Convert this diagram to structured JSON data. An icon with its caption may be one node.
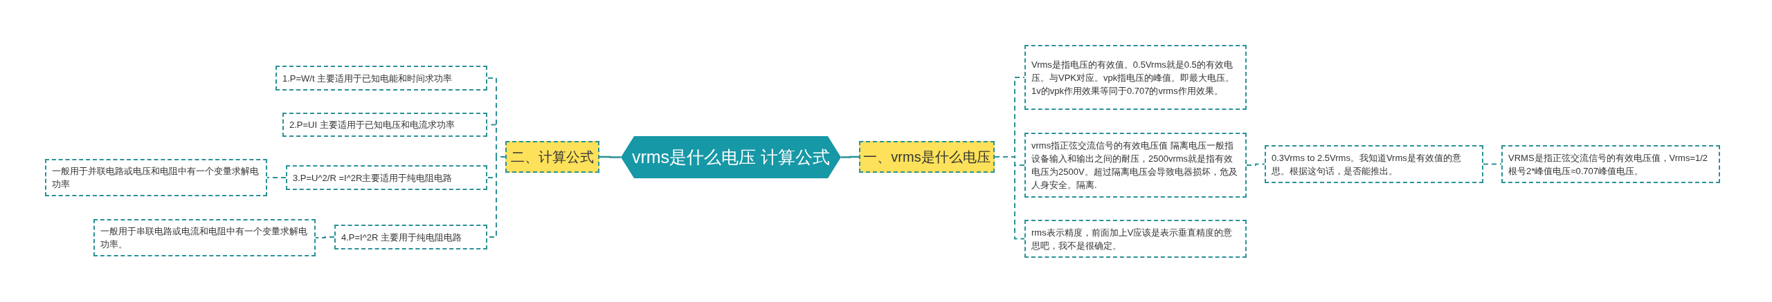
{
  "diagram": {
    "nodes": [
      {
        "text": [
          "vrms是什么电压 计算公式"
        ]
      },
      {
        "text": [
          "二、计算公式"
        ]
      },
      {
        "text": [
          "1.P=W/t 主要适用于已知电能和时间求功率"
        ]
      },
      {
        "text": [
          "2.P=UI 主要适用于已知电压和电流求功率"
        ]
      },
      {
        "text": [
          "3.P=U^2/R =I^2R主要适用于纯电阻电路"
        ]
      },
      {
        "text": [
          "4.P=I^2R 主要用于纯电阻电路"
        ]
      },
      {
        "text": [
          "一般用于并联电路或电压和电阻中有一个变量求解电功率"
        ]
      },
      {
        "text": [
          "一般用于串联电路或电流和电阻中有一个变量求解电功率。"
        ]
      },
      {
        "text": [
          "一、vrms是什么电压"
        ]
      },
      {
        "text": [
          "Vrms是指电压的有效值。0.5Vrms就是0.5的有效电压。与VPK对应。vpk指电压的峰值。即最大电压。1v的vpk作用效果等同于0.707的vrms作用效果。"
        ]
      },
      {
        "text": [
          "vrms指正弦交流信号的有效电压值 隔离电压一般指设备输入和输出之间的耐压，2500vrms就是指有效电压为2500V。超过隔离电压会导致电器损坏，危及人身安全。隔离."
        ]
      },
      {
        "text": [
          "rms表示精度，前面加上V应该是表示垂直精度的意思吧，我不是很确定。"
        ]
      },
      {
        "text": [
          "0.3Vrms to 2.5Vrms。我知道Vrms是有效值的意思。根据这句话，是否能推出。"
        ]
      },
      {
        "text": [
          "VRMS是指正弦交流信号的有效电压值，Vrms=1/2根号2*峰值电压≈0.707峰值电压。"
        ]
      }
    ],
    "edges": [
      {
        "from": 0,
        "to": 1,
        "arrow": "none"
      },
      {
        "from": 1,
        "to": 2,
        "arrow": "none",
        "style": "dashed"
      },
      {
        "from": 1,
        "to": 3,
        "arrow": "none",
        "style": "dashed"
      },
      {
        "from": 1,
        "to": 4,
        "arrow": "none",
        "style": "dashed"
      },
      {
        "from": 1,
        "to": 5,
        "arrow": "none",
        "style": "dashed"
      },
      {
        "from": 4,
        "to": 6,
        "arrow": "none",
        "style": "dashed"
      },
      {
        "from": 5,
        "to": 7,
        "arrow": "none",
        "style": "dashed"
      },
      {
        "from": 0,
        "to": 8,
        "arrow": "none"
      },
      {
        "from": 8,
        "to": 9,
        "arrow": "none",
        "style": "dashed"
      },
      {
        "from": 8,
        "to": 10,
        "arrow": "none",
        "style": "dashed"
      },
      {
        "from": 8,
        "to": 11,
        "arrow": "none",
        "style": "dashed"
      },
      {
        "from": 10,
        "to": 12,
        "arrow": "none",
        "style": "dashed"
      },
      {
        "from": 12,
        "to": 13,
        "arrow": "none",
        "style": "dashed"
      }
    ]
  }
}
